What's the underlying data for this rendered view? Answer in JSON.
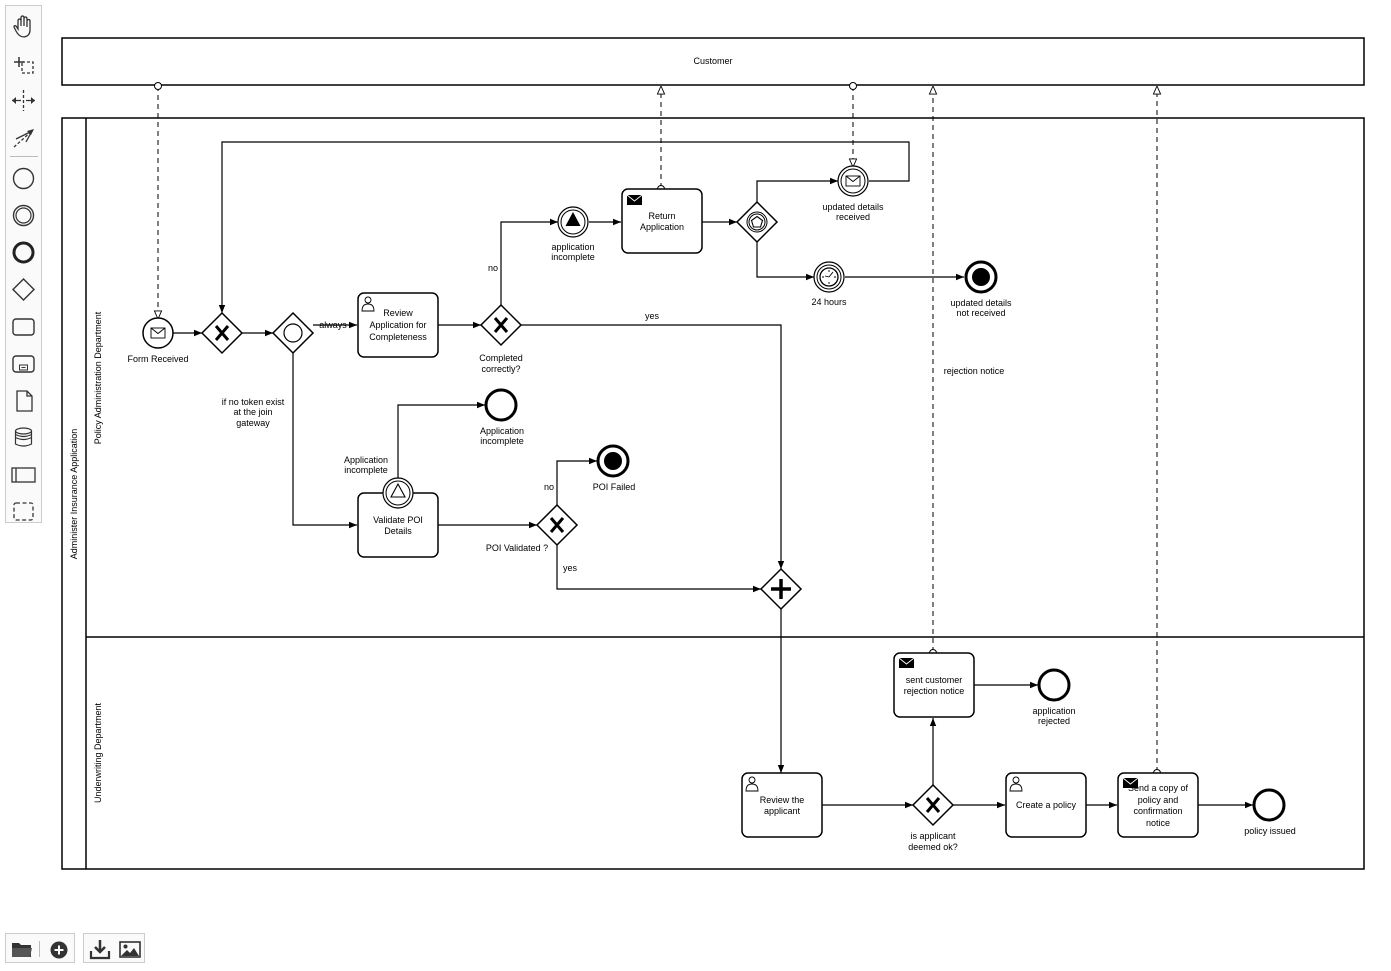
{
  "palette": {
    "tools": [
      {
        "name": "hand-tool",
        "icon": "hand-icon"
      },
      {
        "name": "lasso-tool",
        "icon": "lasso-icon"
      },
      {
        "name": "space-tool",
        "icon": "space-icon"
      },
      {
        "name": "global-connect-tool",
        "icon": "connect-icon"
      },
      {
        "name": "create-start-event",
        "icon": "circle-icon"
      },
      {
        "name": "create-intermediate-event",
        "icon": "double-circle-icon"
      },
      {
        "name": "create-end-event",
        "icon": "bold-circle-icon"
      },
      {
        "name": "create-gateway",
        "icon": "diamond-icon"
      },
      {
        "name": "create-task",
        "icon": "rounded-rect-icon"
      },
      {
        "name": "create-subprocess",
        "icon": "subprocess-icon"
      },
      {
        "name": "create-data-object",
        "icon": "document-icon"
      },
      {
        "name": "create-data-store",
        "icon": "database-icon"
      },
      {
        "name": "create-pool",
        "icon": "pool-icon"
      },
      {
        "name": "create-group",
        "icon": "dashed-rect-icon"
      }
    ]
  },
  "io_bar": {
    "open_icon": "folder-icon",
    "new_icon": "plus-circle-icon",
    "download_icon": "download-icon",
    "image_icon": "image-icon"
  },
  "diagram": {
    "pools": {
      "customer": "Customer",
      "main": "Administer Insurance Application"
    },
    "lanes": {
      "policy": "Policy Administration Department",
      "underwriting": "Underwriting Department"
    },
    "events": {
      "form_received": "Form Received",
      "application_incomplete_signal": [
        "application",
        "incomplete"
      ],
      "updated_details_received": [
        "updated details",
        "received"
      ],
      "timer": "24 hours",
      "updated_details_not_received": [
        "updated details",
        "not received"
      ],
      "application_incomplete_end": [
        "Application",
        "incomplete"
      ],
      "poi_failed": "POI Failed",
      "application_rejected": [
        "application",
        "rejected"
      ],
      "policy_issued": "policy issued",
      "boundary_signal": [
        "Application",
        "incomplete"
      ]
    },
    "tasks": {
      "review_completeness": [
        "Review",
        "Application for",
        "Completeness"
      ],
      "return_application": [
        "Return",
        "Application"
      ],
      "validate_poi": [
        "Validate POI",
        "Details"
      ],
      "review_applicant": [
        "Review the",
        "applicant"
      ],
      "sent_rejection": [
        "sent customer",
        "rejection notice"
      ],
      "create_policy": "Create a policy",
      "send_copy": [
        "Send a copy of",
        "policy and",
        "confirmation",
        "notice"
      ]
    },
    "gateways": {
      "completed_correctly": [
        "Completed",
        "correctly?"
      ],
      "poi_validated": "POI Validated ?",
      "applicant_ok": [
        "is applicant",
        "deemed ok?"
      ],
      "join_note": [
        "if no token exist",
        "at the join",
        "gateway"
      ]
    },
    "flows": {
      "always": "always",
      "no": "no",
      "yes": "yes",
      "poi_no": "no",
      "poi_yes": "yes",
      "rejection_notice": "rejection notice"
    }
  }
}
